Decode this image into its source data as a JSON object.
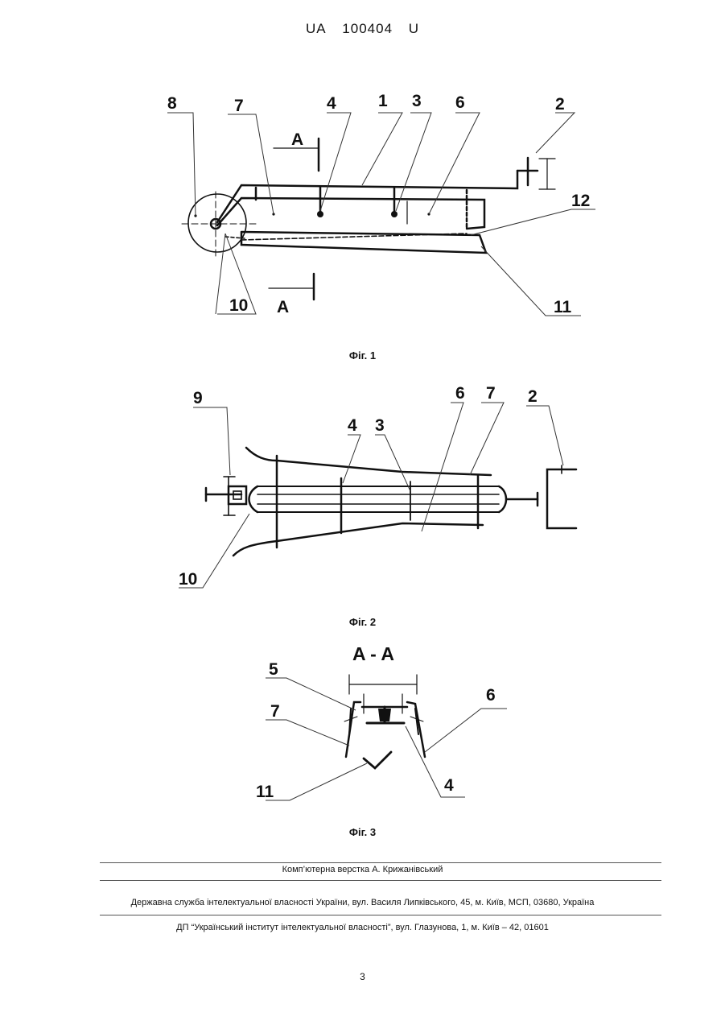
{
  "header": {
    "country": "UA",
    "number": "100404",
    "kind": "U"
  },
  "figure1": {
    "caption": "Фіг. 1",
    "labels": [
      "8",
      "7",
      "4",
      "1",
      "3",
      "6",
      "2",
      "12",
      "10",
      "11"
    ],
    "section_letter": "A"
  },
  "figure2": {
    "caption": "Фіг. 2",
    "labels": [
      "9",
      "4",
      "3",
      "6",
      "7",
      "2",
      "10"
    ]
  },
  "figure3": {
    "caption": "Фіг. 3",
    "title": "A - A",
    "labels": [
      "5",
      "7",
      "6",
      "11",
      "4"
    ]
  },
  "footer": {
    "layout": "Комп’ютерна верстка А. Крижанівський",
    "service": "Державна служба інтелектуальної власності України, вул. Василя Липківського, 45, м. Київ, МСП, 03680, Україна",
    "institute": "ДП “Український інститут інтелектуальної власності”, вул. Глазунова, 1, м. Київ – 42, 01601"
  },
  "page_number": "3"
}
